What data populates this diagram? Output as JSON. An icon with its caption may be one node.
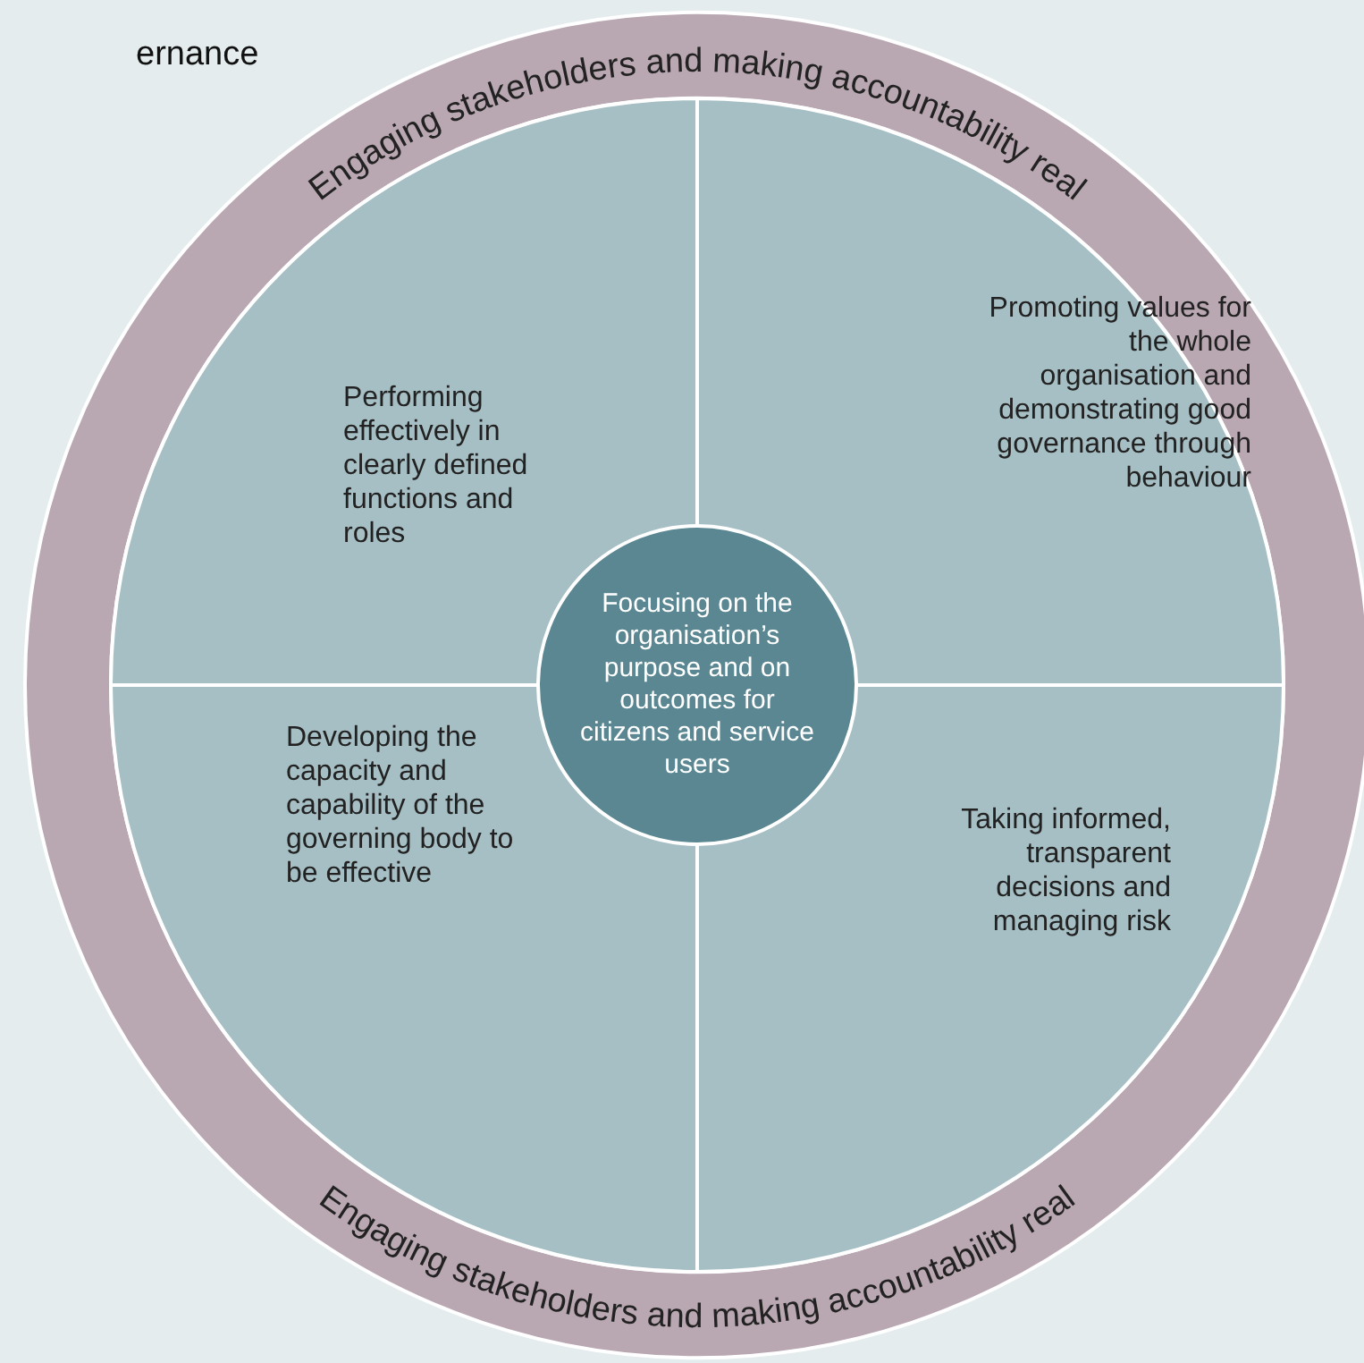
{
  "diagram": {
    "title": "ernance",
    "nodes": [
      {
        "text": [
          "Engaging stakeholders and making accountability real",
          "Engaging stakeholders and making accountability real"
        ]
      },
      {
        "text": [
          "Performing effectively in clearly defined functions and roles"
        ],
        "in": 0
      },
      {
        "text": [
          "Promoting values for the whole organisation and demonstrating good governance through behaviour"
        ],
        "in": 0
      },
      {
        "text": [
          "Developing the capacity and capability of the governing body to be effective"
        ],
        "in": 0
      },
      {
        "text": [
          "Taking informed, transparent decisions and managing risk"
        ],
        "in": 0
      },
      {
        "text": [
          "Focusing on the organisation’s purpose and on outcomes for citizens and service users"
        ],
        "in": 0
      }
    ],
    "edges": []
  }
}
